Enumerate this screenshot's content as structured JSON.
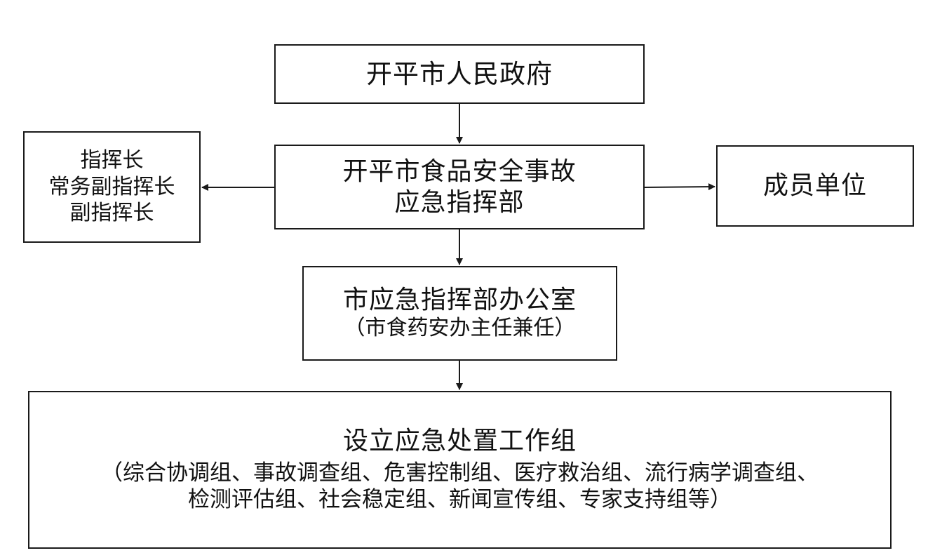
{
  "diagram": {
    "government": {
      "label": "开平市人民政府"
    },
    "headquarters": {
      "lines": [
        "开平市食品安全事故",
        "应急指挥部"
      ]
    },
    "leaders": {
      "lines": [
        "指挥长",
        "常务副指挥长",
        "副指挥长"
      ]
    },
    "member_units": {
      "label": "成员单位"
    },
    "office": {
      "title": "市应急指挥部办公室",
      "note": "（市食药安办主任兼任）"
    },
    "working_groups": {
      "title": "设立应急处置工作组",
      "lines": [
        "（综合协调组、事故调查组、危害控制组、医疗救治组、流行病学调查组、",
        "检测评估组、社会稳定组、新闻宣传组、专家支持组等）"
      ]
    },
    "colors": {
      "stroke": "#1a1a1a",
      "background": "#ffffff",
      "text": "#111111"
    }
  }
}
